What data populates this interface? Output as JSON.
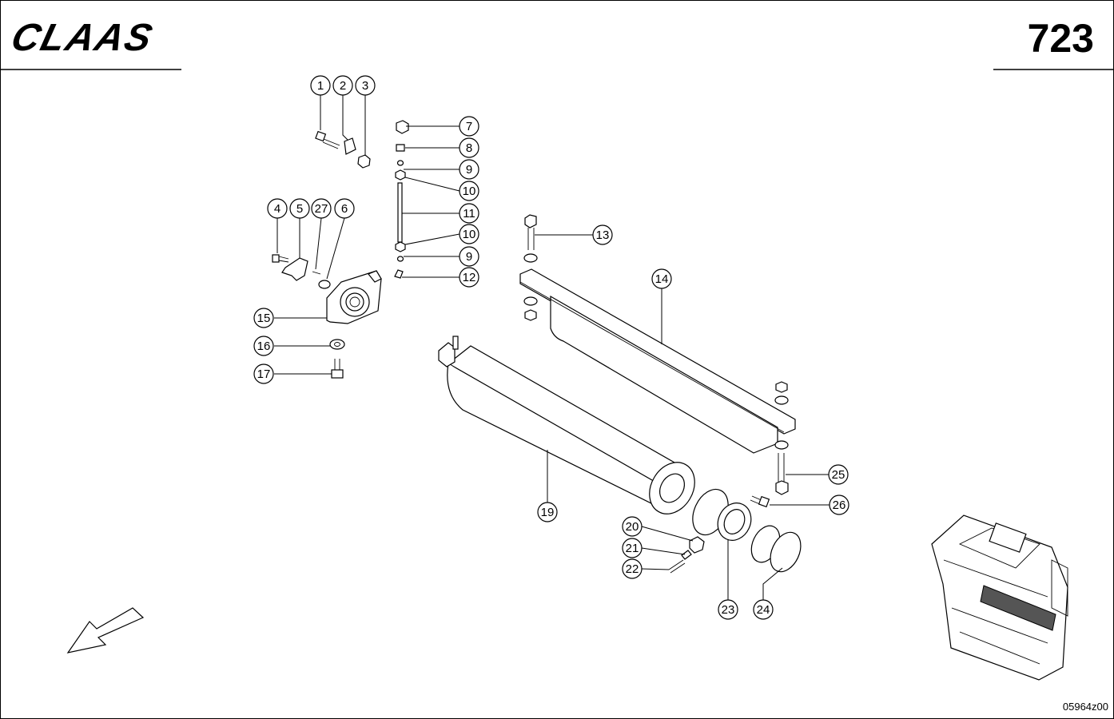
{
  "header": {
    "logo_text": "CLAAS",
    "page_number": "723"
  },
  "footer": {
    "drawing_code": "05964z00"
  },
  "callouts": [
    {
      "id": "1",
      "label": "1"
    },
    {
      "id": "2",
      "label": "2"
    },
    {
      "id": "3",
      "label": "3"
    },
    {
      "id": "4",
      "label": "4"
    },
    {
      "id": "5",
      "label": "5"
    },
    {
      "id": "27",
      "label": "27"
    },
    {
      "id": "6",
      "label": "6"
    },
    {
      "id": "7",
      "label": "7"
    },
    {
      "id": "8",
      "label": "8"
    },
    {
      "id": "9a",
      "label": "9"
    },
    {
      "id": "10a",
      "label": "10"
    },
    {
      "id": "11",
      "label": "11"
    },
    {
      "id": "10b",
      "label": "10"
    },
    {
      "id": "9b",
      "label": "9"
    },
    {
      "id": "12",
      "label": "12"
    },
    {
      "id": "13",
      "label": "13"
    },
    {
      "id": "14",
      "label": "14"
    },
    {
      "id": "15",
      "label": "15"
    },
    {
      "id": "16",
      "label": "16"
    },
    {
      "id": "17",
      "label": "17"
    },
    {
      "id": "19",
      "label": "19"
    },
    {
      "id": "20",
      "label": "20"
    },
    {
      "id": "21",
      "label": "21"
    },
    {
      "id": "22",
      "label": "22"
    },
    {
      "id": "23",
      "label": "23"
    },
    {
      "id": "24",
      "label": "24"
    },
    {
      "id": "25",
      "label": "25"
    },
    {
      "id": "26",
      "label": "26"
    }
  ]
}
